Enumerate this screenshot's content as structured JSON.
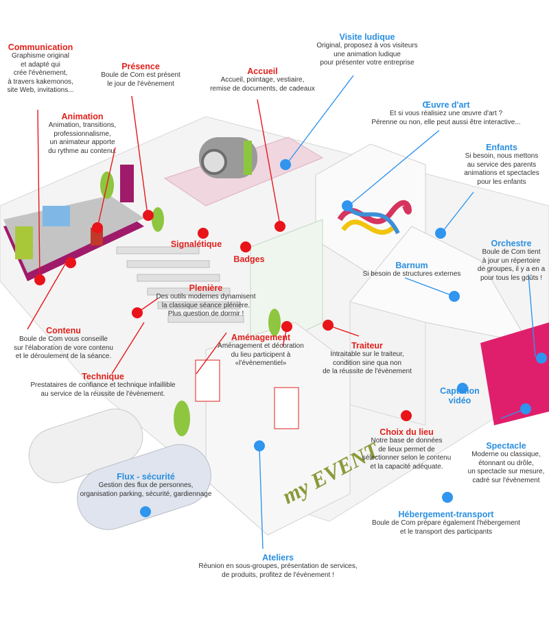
{
  "colors": {
    "red": "#e8141a",
    "blue": "#2f95ee",
    "title_red": "#e0201b",
    "title_blue": "#2a8fe0"
  },
  "event_sign": "my EVENT",
  "items": {
    "communication": {
      "title": "Communication",
      "text": "Graphisme original\net adapté qui\ncrée l'évènement,\nà travers kakemonos,\nsite Web, invitations..."
    },
    "presence": {
      "title": "Présence",
      "text": "Boule de Com est présent\nle jour de l'évènement"
    },
    "accueil": {
      "title": "Accueil",
      "text": "Accueil, pointage, vestiaire,\nremise de documents, de cadeaux"
    },
    "visite": {
      "title": "Visite ludique",
      "text": "Original, proposez à vos visiteurs\nune animation ludique\npour présenter votre entreprise"
    },
    "oeuvre": {
      "title": "Œuvre d'art",
      "text": "Et si vous réalisiez une œuvre d'art ?\nPérenne ou non, elle peut aussi être interactive..."
    },
    "enfants": {
      "title": "Enfants",
      "text": "Si besoin, nous mettons\nau service des parents\nanimations et spectacles\npour les enfants"
    },
    "animation": {
      "title": "Animation",
      "text": "Animation, transitions,\nprofessionnalisme,\nun animateur apporte\ndu rythme au contenu."
    },
    "orchestre": {
      "title": "Orchestre",
      "text": "Boule de Com tient\nà jour un répertoire\nde groupes, il y a en a\npour tous les goûts !"
    },
    "signaletique": {
      "title": "Signalétique",
      "text": ""
    },
    "badges": {
      "title": "Badges",
      "text": ""
    },
    "barnum": {
      "title": "Barnum",
      "text": "Si besoin de structures externes"
    },
    "pleniere": {
      "title": "Plenière",
      "text": "Des outils modernes dynamisent\nla classique séance plénière.\nPlus question de dormir !"
    },
    "contenu": {
      "title": "Contenu",
      "text": "Boule de Com vous conseille\nsur l'élaboration de vore contenu\net le déroulement de la séance."
    },
    "amenagement": {
      "title": "Aménagement",
      "text": "Aménagement et décoration\ndu lieu participent à\n«l'évènementiel»"
    },
    "traiteur": {
      "title": "Traiteur",
      "text": "Intraitable sur le traiteur,\ncondition sine qua non\nde la réussite de l'évènement"
    },
    "technique": {
      "title": "Technique",
      "text": "Prestataires de confiance et technique infaillible\nau service de la réussite de l'évènement."
    },
    "captation": {
      "title": "Captation\nvidéo",
      "text": ""
    },
    "choix": {
      "title": "Choix du lieu",
      "text": "Notre base de données\nde lieux permet de\nsélectionner selon le contenu\net la capacité adéquate."
    },
    "spectacle": {
      "title": "Spectacle",
      "text": "Moderne ou classique,\nétonnant ou drôle,\nun spectacle sur mesure,\ncadré sur l'évènement"
    },
    "flux": {
      "title": "Flux - sécurité",
      "text": "Gestion des flux de personnes,\norganisation parking, sécurité, gardiennage"
    },
    "hebergement": {
      "title": "Hébergement-transport",
      "text": "Boule de Com prépare également l'hébergement\net le transport des participants"
    },
    "ateliers": {
      "title": "Ateliers",
      "text": "Réunion en sous-groupes, présentation de services,\nde produits, profitez de l'évènement !"
    }
  }
}
